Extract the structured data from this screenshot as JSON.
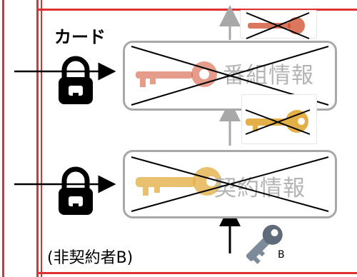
{
  "card_title": "カード",
  "program_info_label": "番組情報",
  "contract_info_label": "契約情報",
  "non_contractor_label": "(非契約者B)",
  "key_b_label": "B",
  "colors": {
    "frame_red": "#e03030",
    "box_border": "#a8a8a8",
    "label_gray": "#b4b4b4",
    "gold_key": "#e3b048",
    "red_key": "#cf4a2a",
    "silver_key": "#7d8a99"
  }
}
